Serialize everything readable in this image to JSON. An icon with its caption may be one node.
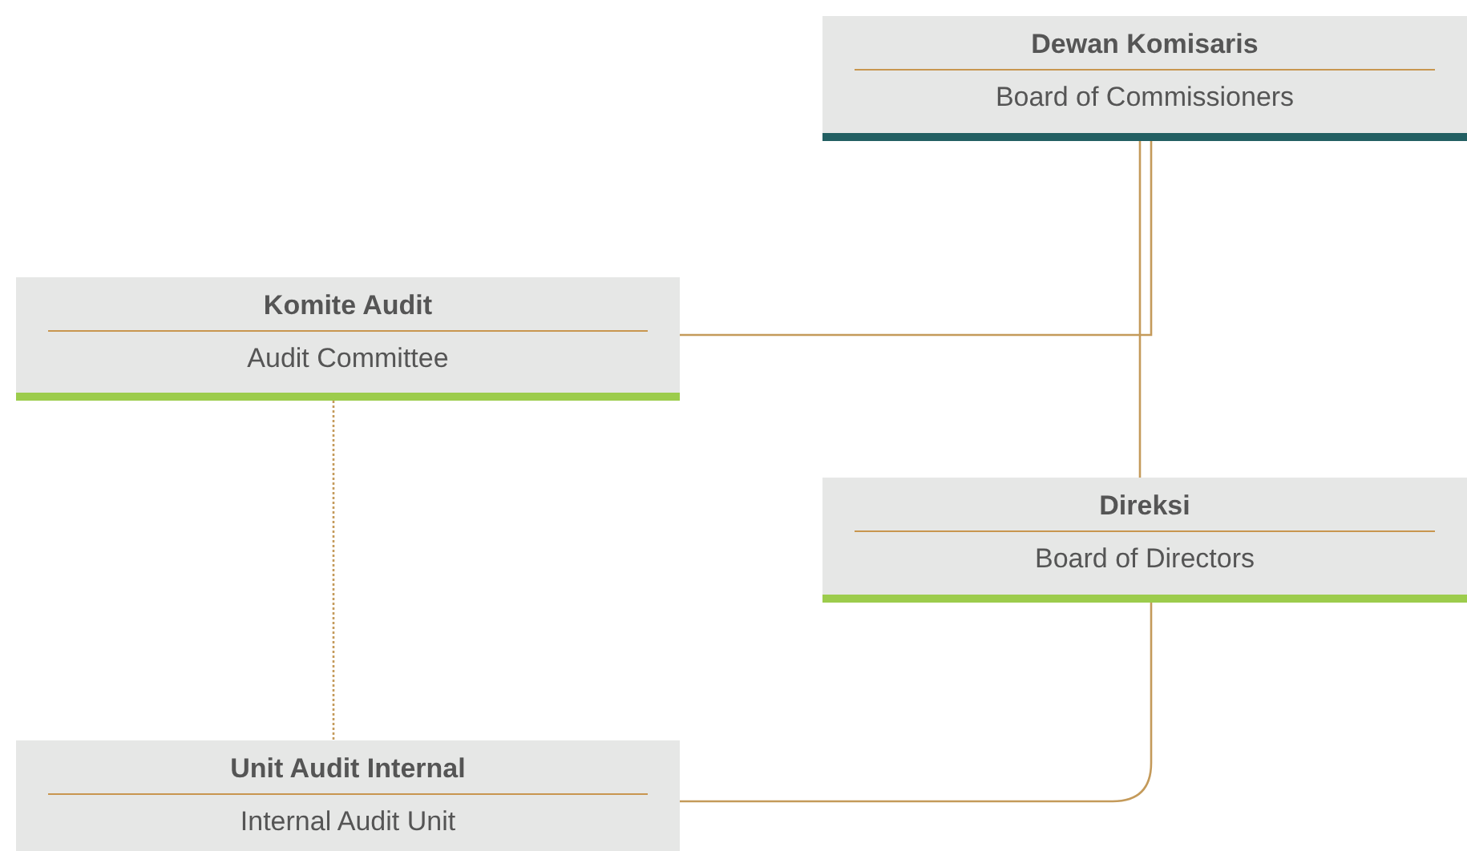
{
  "diagram": {
    "nodes": [
      {
        "text": [
          "Dewan Komisaris",
          "Board of Commissioners"
        ]
      },
      {
        "text": [
          "Komite Audit",
          "Audit Committee"
        ]
      },
      {
        "text": [
          "Direksi",
          "Board of Directors"
        ]
      },
      {
        "text": [
          "Unit Audit Internal",
          "Internal Audit Unit"
        ]
      }
    ],
    "edges": [
      {
        "from": 0,
        "to": 2,
        "arrow": "none"
      },
      {
        "from": 0,
        "to": 1,
        "arrow": "none"
      },
      {
        "from": 2,
        "to": 3,
        "arrow": "none"
      },
      {
        "from": 1,
        "to": 3,
        "arrow": "none",
        "style": "dashed"
      }
    ]
  }
}
